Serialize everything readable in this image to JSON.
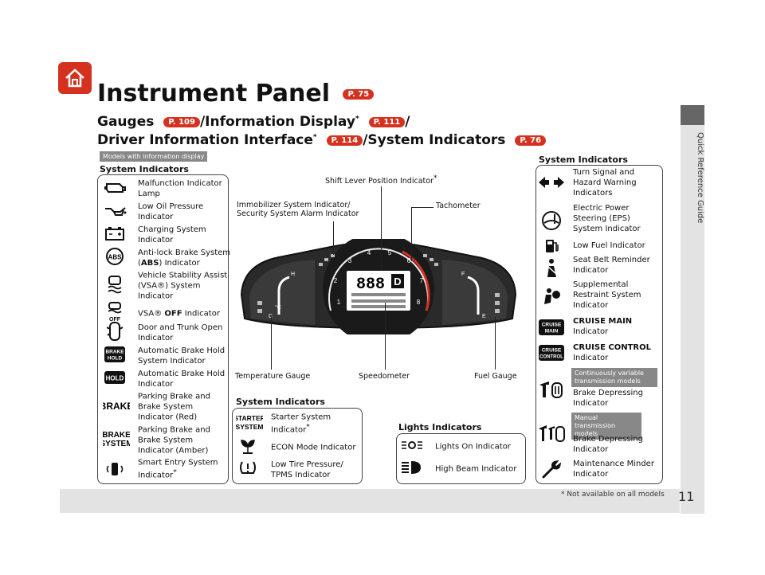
{
  "sidebar_label": "Quick Reference Guide",
  "page_number": "11",
  "footnote": "* Not available on all models",
  "title": "Instrument Panel",
  "title_ref": "P. 75",
  "subtitle": {
    "gauges": "Gauges",
    "gauges_ref": "P. 109",
    "info_display": "/Information Display",
    "info_ref": "P. 111",
    "slash": "/",
    "dii": "Driver Information Interface",
    "dii_ref": "P. 114",
    "sys_ind": "/System Indicators",
    "sys_ref": "P. 76",
    "star": "*"
  },
  "models_tag": "Models with information display",
  "left_panel": {
    "title": "System Indicators",
    "items": [
      {
        "icon": "malfunction-indicator-icon",
        "label": "Malfunction Indicator Lamp"
      },
      {
        "icon": "oil-pressure-icon",
        "label": "Low Oil Pressure Indicator"
      },
      {
        "icon": "charging-system-icon",
        "label": "Charging System Indicator"
      },
      {
        "icon": "abs-icon",
        "label_a": "Anti-lock Brake System (",
        "label_b": "ABS",
        "label_c": ") Indicator"
      },
      {
        "icon": "vsa-icon",
        "label": "Vehicle Stability Assist (VSA®) System Indicator"
      },
      {
        "icon": "vsa-off-icon",
        "label_a": "VSA® ",
        "label_b": "OFF",
        "label_c": " Indicator"
      },
      {
        "icon": "door-trunk-icon",
        "label": "Door and Trunk Open Indicator"
      },
      {
        "icon": "brake-hold-system-icon",
        "label": "Automatic Brake Hold System Indicator"
      },
      {
        "icon": "hold-icon",
        "label": "Automatic Brake Hold Indicator"
      },
      {
        "icon": "brake-red-icon",
        "label": "Parking Brake and Brake System Indicator (Red)"
      },
      {
        "icon": "brake-system-amber-icon",
        "label": "Parking Brake and Brake System Indicator (Amber)"
      },
      {
        "icon": "smart-entry-icon",
        "label": "Smart Entry System Indicator",
        "star": "*"
      }
    ],
    "icon_text": {
      "abs": "ABS",
      "off": "OFF",
      "brake_hold_1": "BRAKE",
      "brake_hold_2": "HOLD",
      "hold": "HOLD",
      "brake": "BRAKE",
      "bs_1": "BRAKE",
      "bs_2": "SYSTEM"
    }
  },
  "callouts": {
    "shift": "Shift Lever Position Indicator",
    "immobilizer_1": "Immobilizer System Indicator/",
    "immobilizer_2": "Security System Alarm Indicator",
    "tachometer": "Tachometer",
    "temperature": "Temperature Gauge",
    "speedometer": "Speedometer",
    "fuel": "Fuel Gauge"
  },
  "bottom_center": {
    "title": "System Indicators",
    "items": [
      {
        "icon": "starter-system-icon",
        "label": "Starter System Indicator",
        "star": "*"
      },
      {
        "icon": "econ-mode-icon",
        "label": "ECON Mode Indicator"
      },
      {
        "icon": "tpms-icon",
        "label": "Low Tire Pressure/ TPMS Indicator"
      }
    ],
    "icon_text": {
      "starter_1": "STARTER",
      "starter_2": "SYSTEM"
    }
  },
  "lights": {
    "title": "Lights Indicators",
    "items": [
      {
        "icon": "lights-on-icon",
        "label": "Lights On Indicator"
      },
      {
        "icon": "high-beam-icon",
        "label": "High Beam Indicator"
      }
    ]
  },
  "right_panel": {
    "title": "System Indicators",
    "items": [
      {
        "icon": "turn-signal-icon",
        "label": "Turn Signal and Hazard Warning Indicators"
      },
      {
        "icon": "eps-icon",
        "label": "Electric Power Steering (EPS) System Indicator"
      },
      {
        "icon": "low-fuel-icon",
        "label": "Low Fuel Indicator"
      },
      {
        "icon": "seat-belt-icon",
        "label": "Seat Belt Reminder Indicator"
      },
      {
        "icon": "srs-icon",
        "label": "Supplemental Restraint System Indicator"
      },
      {
        "icon": "cruise-main-icon",
        "label_b": "CRUISE MAIN",
        "label_c": "Indicator"
      },
      {
        "icon": "cruise-control-icon",
        "label_b": "CRUISE CONTROL",
        "label_c": "Indicator"
      },
      {
        "icon": "brake-depress-cvt-icon",
        "label": "Brake Depressing Indicator"
      },
      {
        "icon": "brake-depress-mt-icon",
        "label": "Brake Depressing Indicator"
      },
      {
        "icon": "maintenance-minder-icon",
        "label": "Maintenance Minder Indicator"
      }
    ],
    "cvt_tag": "Continuously variable transmission models",
    "mt_tag": "Manual transmission models",
    "icon_text": {
      "cruise": "CRUISE",
      "main": "MAIN",
      "control": "CONTROL"
    }
  },
  "cluster": {
    "tach_ticks": [
      "1",
      "2",
      "3",
      "4",
      "5",
      "6",
      "7",
      "8"
    ],
    "speed_digits": "888",
    "gear": "D",
    "temp_unit": "°C",
    "fuel_e": "E",
    "fuel_f": "F",
    "temp_c": "C",
    "temp_h": "H"
  }
}
